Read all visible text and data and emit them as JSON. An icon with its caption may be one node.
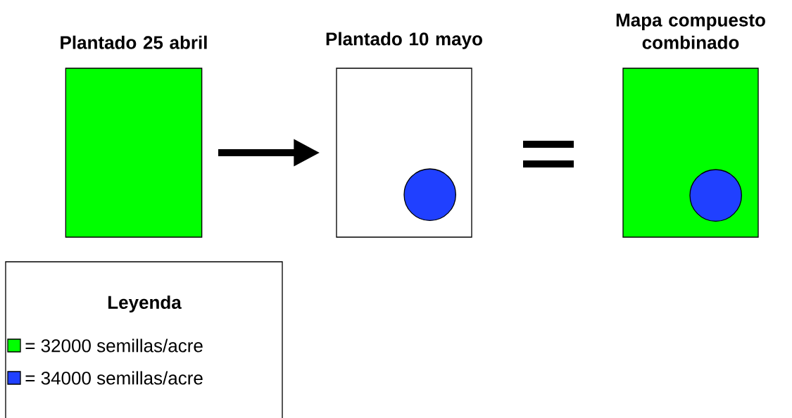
{
  "diagram": {
    "nodes": [
      {
        "text": [
          "Plantado 25 abril"
        ]
      },
      {
        "text": [
          "Plantado 10 mayo"
        ]
      },
      {
        "text": [],
        "shape": "circle",
        "in": 1
      },
      {
        "text": [
          "Mapa compuesto combinado"
        ]
      },
      {
        "text": [],
        "shape": "circle",
        "in": 3
      }
    ],
    "edges": [
      {
        "from": 0,
        "to": 1,
        "arrow": "to"
      }
    ],
    "labels": [
      "Leyenda"
    ],
    "legend": [
      {
        "text": "= 32000 semillas/acre",
        "color": "#00ff00"
      },
      {
        "text": "= 34000 semillas/acre",
        "color": "#2040ff"
      }
    ]
  }
}
